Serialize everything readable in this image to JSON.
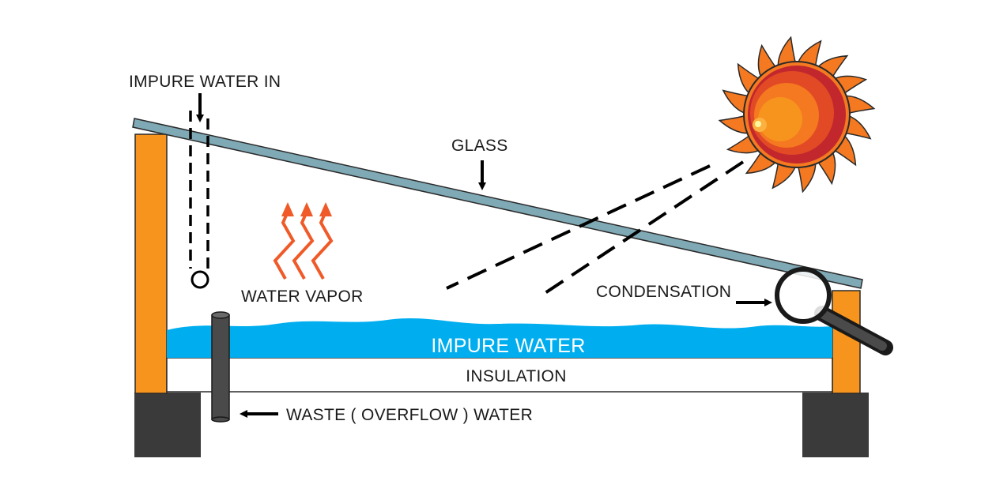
{
  "labels": {
    "impure_water_in": "IMPURE WATER IN",
    "glass": "GLASS",
    "water_vapor": "WATER VAPOR",
    "condensation": "CONDENSATION",
    "impure_water": "IMPURE WATER",
    "insulation": "INSULATION",
    "waste_water": "WASTE ( OVERFLOW ) WATER"
  },
  "icons": {
    "sun": "sun-icon",
    "vapor": "vapor-arrows-icon",
    "magnifier": "magnifier-icon"
  },
  "colors": {
    "wood": "#f7941d",
    "base": "#3a3a3a",
    "glass": "#7fa9b5",
    "water": "#00aeef",
    "vapor": "#ef5a28",
    "sun_outer": "#f47920",
    "sun_inner": "#fbb040"
  }
}
